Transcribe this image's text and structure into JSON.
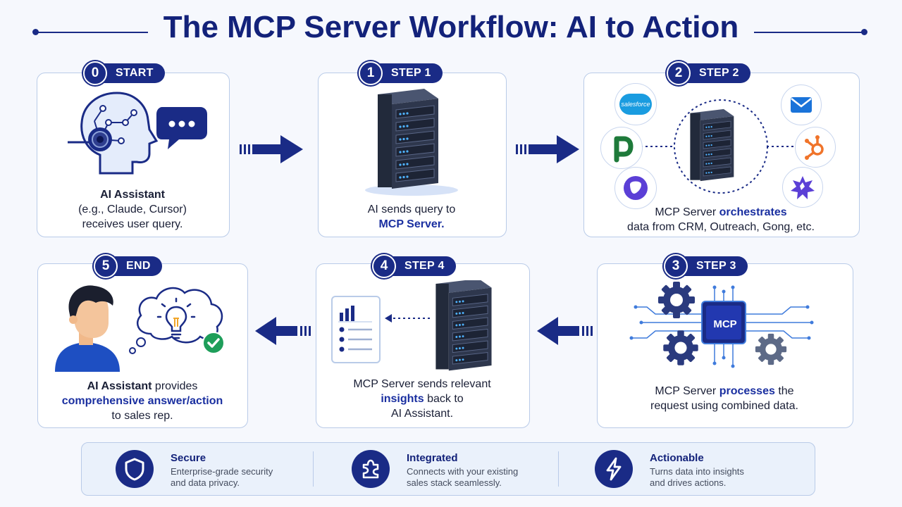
{
  "title": "The MCP Server Workflow: AI to Action",
  "steps": {
    "s0": {
      "num": "0",
      "label": "START",
      "line1": "AI Assistant",
      "line2": "(e.g., Claude, Cursor)",
      "line3": "receives user query."
    },
    "s1": {
      "num": "1",
      "label": "STEP 1",
      "line1": "AI sends query to",
      "line2": "MCP Server."
    },
    "s2": {
      "num": "2",
      "label": "STEP 2",
      "line1a": "MCP Server ",
      "line1b": "orchestrates",
      "line2": "data from CRM, Outreach, Gong, etc.",
      "salesforce": "salesforce"
    },
    "s3": {
      "num": "3",
      "label": "STEP 3",
      "line1a": "MCP Server ",
      "line1b": "processes",
      "line1c": " the",
      "line2": "request using combined data.",
      "chip": "MCP"
    },
    "s4": {
      "num": "4",
      "label": "STEP 4",
      "line1": "MCP Server sends relevant",
      "line2a": "insights",
      "line2b": " back to",
      "line3": "AI Assistant."
    },
    "s5": {
      "num": "5",
      "label": "END",
      "line1a": "AI Assistant",
      "line1b": " provides",
      "line2": "comprehensive answer/action",
      "line3": "to sales rep."
    }
  },
  "features": [
    {
      "title": "Secure",
      "desc1": "Enterprise-grade security",
      "desc2": "and data privacy.",
      "icon": "shield-icon"
    },
    {
      "title": "Integrated",
      "desc1": "Connects with your existing",
      "desc2": "sales stack seamlessly.",
      "icon": "puzzle-icon"
    },
    {
      "title": "Actionable",
      "desc1": "Turns data into insights",
      "desc2": "and drives actions.",
      "icon": "lightning-icon"
    }
  ],
  "colors": {
    "navy": "#1a2b86",
    "accent": "#1a2fa0",
    "card_border": "#b9cbe8",
    "check_green": "#1e9e5a",
    "hubspot_orange": "#f0742a",
    "purple": "#5b3fd6"
  }
}
